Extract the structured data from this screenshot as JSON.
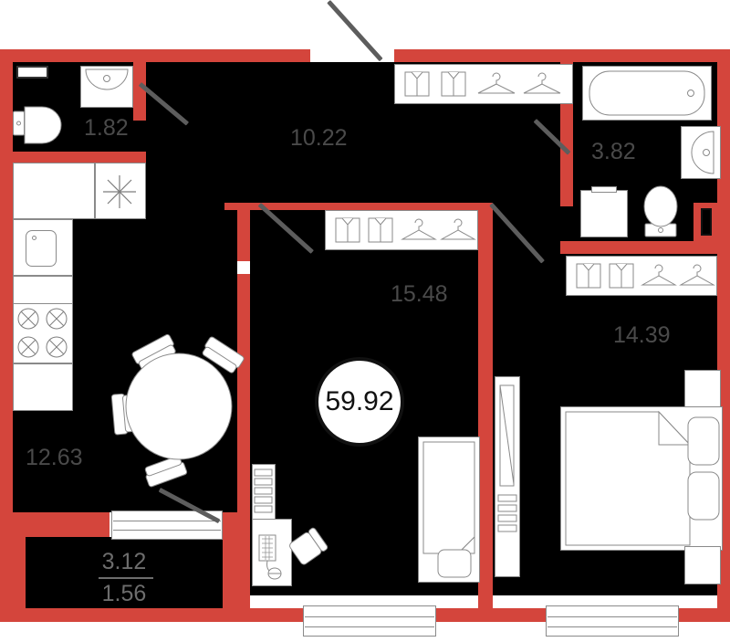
{
  "plan": {
    "type": "apartment-floor-plan",
    "total_area_label": "59.92",
    "accent_color": "#d4453c",
    "interior_color": "#000000",
    "fixture_color": "#ffffff",
    "text_color": "#4a4a4a"
  },
  "rooms": [
    {
      "id": "wc",
      "name": "toilet-room",
      "area": "1.82"
    },
    {
      "id": "hall",
      "name": "hallway",
      "area": "10.22"
    },
    {
      "id": "bathroom",
      "name": "bathroom",
      "area": "3.82"
    },
    {
      "id": "living",
      "name": "living-room",
      "area": "15.48"
    },
    {
      "id": "bedroom",
      "name": "bedroom",
      "area": "14.39"
    },
    {
      "id": "kitchen",
      "name": "kitchen",
      "area": "12.63"
    },
    {
      "id": "balcony",
      "name": "balcony",
      "area": "3.12",
      "area_reduced": "1.56"
    }
  ],
  "balcony": {
    "gross": "3.12",
    "net": "1.56"
  },
  "fixtures": {
    "wc": [
      "toilet",
      "wall-sink",
      "towel-rail"
    ],
    "bathroom": [
      "bathtub",
      "sink",
      "toilet",
      "washing-machine",
      "ventilation-shaft"
    ],
    "kitchen": [
      "upper-cabinet",
      "cooker-hood",
      "sink",
      "counter",
      "stove-4-burner",
      "round-dining-table",
      "chair",
      "chair",
      "chair",
      "chair"
    ],
    "living": [
      "wardrobe",
      "bed",
      "bookshelf",
      "desk",
      "keyboard",
      "mouse",
      "office-chair"
    ],
    "bedroom": [
      "wardrobe",
      "double-bed",
      "pillow",
      "pillow",
      "nightstand",
      "nightstand"
    ],
    "hall": [
      "wardrobe",
      "wardrobe"
    ]
  },
  "wardrobe_icons": [
    "shirt",
    "shirt",
    "hanger",
    "hanger"
  ],
  "doors": [
    {
      "name": "entrance-door",
      "type": "swing"
    },
    {
      "name": "toilet-door",
      "type": "swing"
    },
    {
      "name": "kitchen-door",
      "type": "swing"
    },
    {
      "name": "living-room-door",
      "type": "swing"
    },
    {
      "name": "bathroom-door",
      "type": "swing"
    },
    {
      "name": "bedroom-door",
      "type": "swing"
    }
  ],
  "windows": [
    {
      "name": "balcony-window"
    },
    {
      "name": "living-room-window"
    },
    {
      "name": "bedroom-window"
    }
  ]
}
